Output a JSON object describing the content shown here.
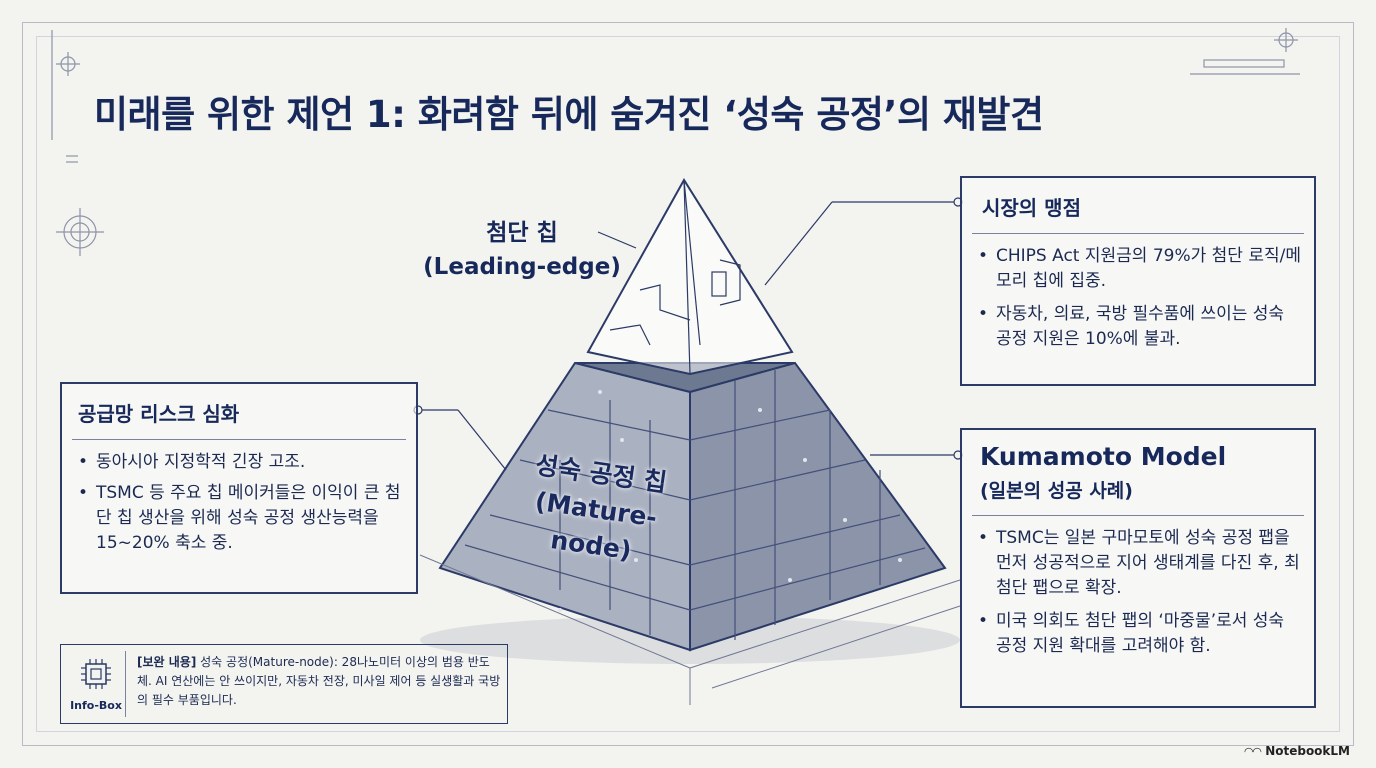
{
  "title": "미래를 위한 제언 1: 화려함 뒤에 숨겨진 ‘성숙 공정’의 재발견",
  "pyramid": {
    "top_label_ko": "첨단 칩",
    "top_label_en": "(Leading-edge)",
    "bottom_label_ko": "성숙 공정 칩",
    "bottom_label_en": "(Mature-node)"
  },
  "left_box": {
    "title": "공급망 리스크 심화",
    "items": [
      "동아시아 지정학적 긴장 고조.",
      "TSMC 등 주요 칩 메이커들은 이익이 큰 첨단 칩 생산을 위해 성숙 공정 생산능력을 15~20% 축소 중."
    ]
  },
  "right_top_box": {
    "title": "시장의 맹점",
    "items": [
      "CHIPS Act 지원금의 79%가 첨단 로직/메모리 칩에 집중.",
      "자동차, 의료, 국방 필수품에 쓰이는 성숙 공정 지원은 10%에 불과."
    ]
  },
  "right_bottom_box": {
    "title": "Kumamoto Model",
    "subtitle": "(일본의 성공 사례)",
    "items": [
      "TSMC는 일본 구마모토에 성숙 공정 팹을 먼저 성공적으로 지어 생태계를 다진 후, 최첨단 팹으로 확장.",
      "미국 의회도 첨단 팹의 ‘마중물’로서 성숙 공정 지원 확대를 고려해야 함."
    ]
  },
  "info_box": {
    "icon_label": "Info-Box",
    "text_prefix": "[보완 내용]",
    "text": "성숙 공정(Mature-node): 28나노미터 이상의 범용 반도체. AI 연산에는 안 쓰이지만, 자동차 전장, 미사일 제어 등 실생활과 국방의 필수 부품입니다."
  },
  "brand": "NotebookLM",
  "colors": {
    "navy": "#17285a",
    "steel": "#8a93a8",
    "paper": "#f3f3f0"
  }
}
